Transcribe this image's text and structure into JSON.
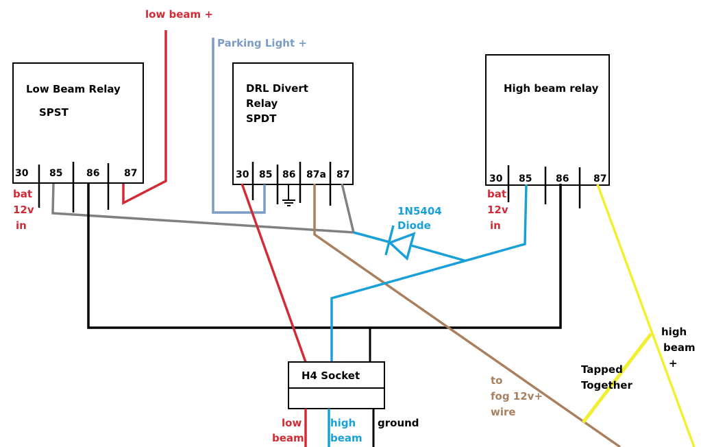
{
  "colors": {
    "red": "#d22b36",
    "blue": "#1aa0d8",
    "steel": "#7b9cc4",
    "gray": "#808080",
    "brown": "#a9805f",
    "yellow": "#f2ef2e",
    "black": "#000000"
  },
  "relays": {
    "low": {
      "title": "Low Beam Relay",
      "type": "SPST",
      "pins": [
        "30",
        "85",
        "86",
        "87"
      ]
    },
    "drl": {
      "title_line1": "DRL Divert",
      "title_line2": "Relay",
      "type": "SPDT",
      "pins": [
        "30",
        "85",
        "86",
        "87a",
        "87"
      ]
    },
    "high": {
      "title": "High beam relay",
      "pins": [
        "30",
        "85",
        "86",
        "87"
      ]
    }
  },
  "labels": {
    "low_beam_plus": "low beam +",
    "parking_light_plus": "Parking Light +",
    "bat_low": [
      "bat",
      "12v",
      "in"
    ],
    "bat_high": [
      "bat",
      "12v",
      "in"
    ],
    "diode_line1": "1N5404",
    "diode_line2": "Diode",
    "h4_socket": "H4 Socket",
    "socket_low": [
      "low",
      "beam"
    ],
    "socket_high": [
      "high",
      "beam"
    ],
    "socket_ground": "ground",
    "fog": [
      "to",
      "fog 12v+",
      "wire"
    ],
    "tapped": [
      "Tapped",
      "Together"
    ],
    "high_beam_plus": [
      "high",
      "beam",
      "+"
    ]
  }
}
